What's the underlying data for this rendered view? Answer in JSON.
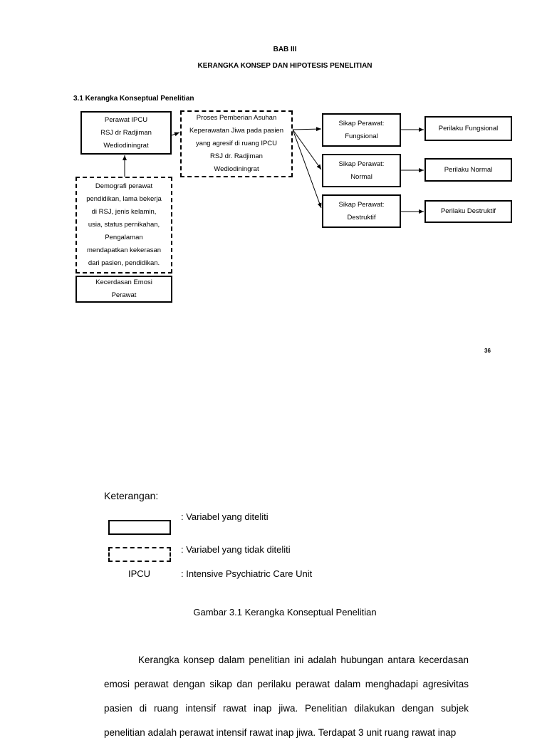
{
  "header": {
    "chapter": "BAB III",
    "title": "KERANGKA KONSEP DAN HIPOTESIS PENELITIAN",
    "section": "3.1 Kerangka Konseptual Penelitian"
  },
  "diagram": {
    "perawat": "Perawat IPCU\nRSJ dr Radjiman\nWediodiningrat",
    "demografi": "Demografi perawat\npendidikan, lama bekerja\ndi RSJ, jenis kelamin,\nusia, status pernikahan,\nPengalaman\nmendapatkan kekerasan\ndari pasien, pendidikan.",
    "kecerdasan": "Kecerdasan Emosi\nPerawat",
    "proses": "Proses Pemberian Asuhan\nKeperawatan Jiwa pada pasien\nyang agresif di ruang IPCU\nRSJ dr. Radjiman\nWediodiningrat",
    "sikap_fungsional": "Sikap Perawat:\nFungsional",
    "sikap_normal": "Sikap Perawat:\nNormal",
    "sikap_destruktif": "Sikap Perawat:\nDestruktif",
    "perilaku_fungsional": "Perilaku Fungsional",
    "perilaku_normal": "Perilaku Normal",
    "perilaku_destruktif": "Perilaku Destruktif"
  },
  "page_number": "36",
  "legend": {
    "title": "Keterangan:",
    "solid_label": ": Variabel yang diteliti",
    "dashed_label": ": Variabel yang tidak diteliti",
    "abbr": "IPCU",
    "abbr_label": ": Intensive Psychiatric Care Unit"
  },
  "caption": "Gambar 3.1 Kerangka Konseptual Penelitian",
  "paragraph": "Kerangka konsep dalam penelitian ini adalah hubungan antara kecerdasan emosi perawat dengan sikap dan perilaku perawat dalam menghadapi agresivitas pasien di ruang intensif rawat inap jiwa. Penelitian dilakukan dengan subjek penelitian adalah perawat intensif rawat inap jiwa. Terdapat 3 unit ruang rawat inap"
}
